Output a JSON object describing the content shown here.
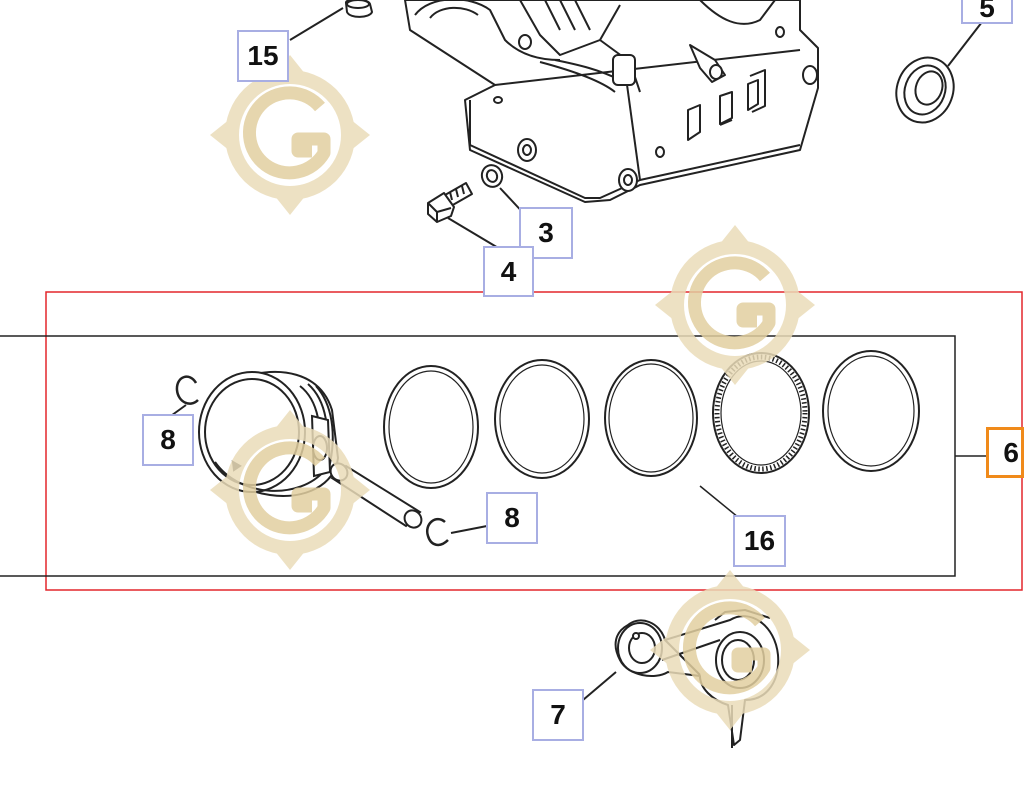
{
  "callouts": {
    "c15": "15",
    "c5": "5",
    "c3": "3",
    "c4": "4",
    "c8a": "8",
    "c8b": "8",
    "c16": "16",
    "c6": "6",
    "c7": "7"
  },
  "colors": {
    "line": "#222222",
    "callout_border": "#a8aee3",
    "selected_callout_border": "#f08a1a",
    "group_highlight": "#e3262c",
    "watermark": "#e8d9b4"
  },
  "icons": [
    "watermark-g-logo"
  ]
}
